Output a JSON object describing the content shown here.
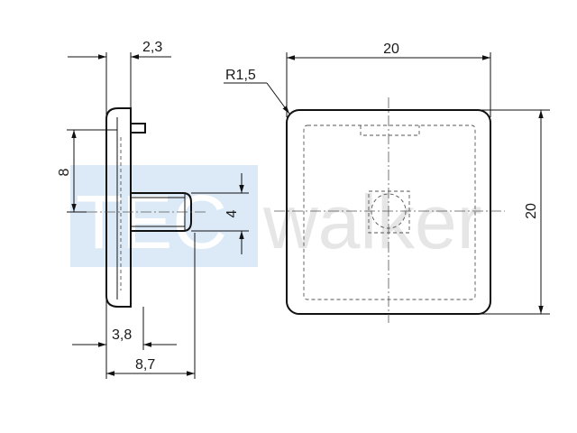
{
  "watermark": {
    "text_left": "TEC",
    "text_right": "walker",
    "tile_color": "#dce9f6"
  },
  "side_view": {
    "dims": {
      "top_thickness": "2,3",
      "height_left": "8",
      "pin_diameter": "4",
      "bottom_short": "3,8",
      "bottom_total": "8,7"
    }
  },
  "front_view": {
    "dims": {
      "radius": "R1,5",
      "width": "20",
      "height": "20"
    }
  },
  "colors": {
    "line": "#111111",
    "dim_text": "#1a1a1a"
  }
}
